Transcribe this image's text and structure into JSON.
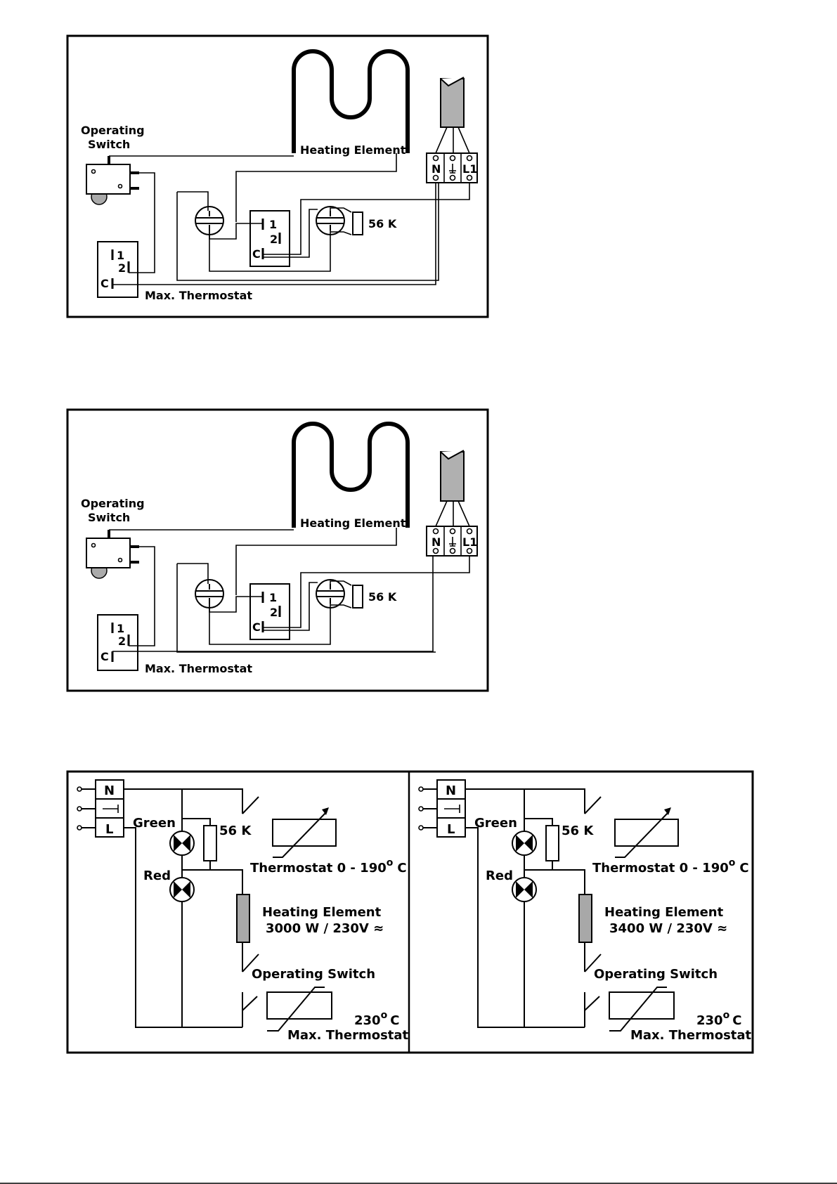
{
  "wiring_diagram_1": {
    "operating_switch": "Operating",
    "operating_switch_2": "Switch",
    "heating_element": "Heating Element",
    "resistor": "56 K",
    "max_thermostat": "Max. Thermostat",
    "terminal_n": "N",
    "terminal_l1": "L1",
    "contact_1": "1",
    "contact_2": "2",
    "contact_c": "C"
  },
  "wiring_diagram_2": {
    "operating_switch": "Operating",
    "operating_switch_2": "Switch",
    "heating_element": "Heating Element",
    "resistor": "56 K",
    "max_thermostat": "Max. Thermostat",
    "terminal_n": "N",
    "terminal_l1": "L1",
    "contact_1": "1",
    "contact_2": "2",
    "contact_c": "C"
  },
  "schematic_left": {
    "terminal_n": "N",
    "terminal_l": "L",
    "green": "Green",
    "red": "Red",
    "resistor": "56 K",
    "thermostat": "Thermostat 0 - 190",
    "thermostat_unit": "C",
    "degree": "o",
    "heating_element": "Heating Element",
    "rating": "3000 W / 230V ≈",
    "operating_switch": "Operating Switch",
    "max_temp": "230",
    "max_unit": "C",
    "max_thermostat": "Max. Thermostat"
  },
  "schematic_right": {
    "terminal_n": "N",
    "terminal_l": "L",
    "green": "Green",
    "red": "Red",
    "resistor": "56 K",
    "thermostat": "Thermostat 0 - 190",
    "thermostat_unit": "C",
    "degree": "o",
    "heating_element": "Heating Element",
    "rating": "3400 W / 230V ≈",
    "operating_switch": "Operating Switch",
    "max_temp": "230",
    "max_unit": "C",
    "max_thermostat": "Max. Thermostat"
  }
}
